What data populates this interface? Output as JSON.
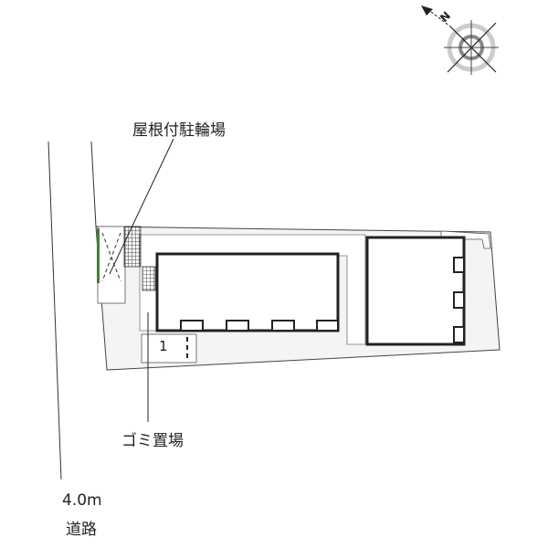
{
  "labels": {
    "bicycle_parking": "屋根付駐輪場",
    "garbage_area": "ゴミ置場",
    "road_width": "4.0m",
    "road": "道路",
    "parking_number": "1"
  },
  "compass": {
    "north_letter": "N",
    "icon": "compass-rose-icon"
  },
  "colors": {
    "outline": "#222222",
    "site_fill": "#f4f4f4",
    "compass_ring": "#9a9a9a"
  }
}
